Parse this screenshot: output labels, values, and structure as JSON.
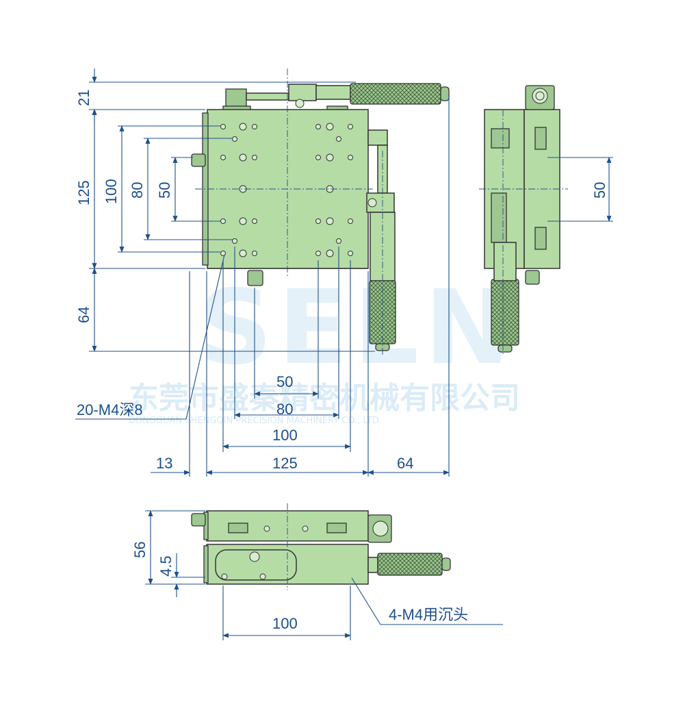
{
  "watermark": {
    "logo": "SELN",
    "company_cn": "东莞市盛秦精密机械有限公司",
    "company_en": "DONGGUAN SHENGQIN PRECISION MACHINERY CO., LTD."
  },
  "dimensions": {
    "top_offset": "21",
    "height_125": "125",
    "height_100": "100",
    "height_80": "80",
    "height_50": "50",
    "height_64": "64",
    "side_50": "50",
    "bottom_50": "50",
    "bottom_80": "80",
    "bottom_100": "100",
    "left_13": "13",
    "width_125": "125",
    "right_64": "64",
    "front_56": "56",
    "front_4_5": "4.5",
    "front_100": "100"
  },
  "callouts": {
    "tapped_holes": "20-M4深8",
    "counterbore": "4-M4用沉头"
  },
  "colors": {
    "body": "#b6dca6",
    "dimension": "#1d4f8c",
    "outline": "#333333"
  }
}
